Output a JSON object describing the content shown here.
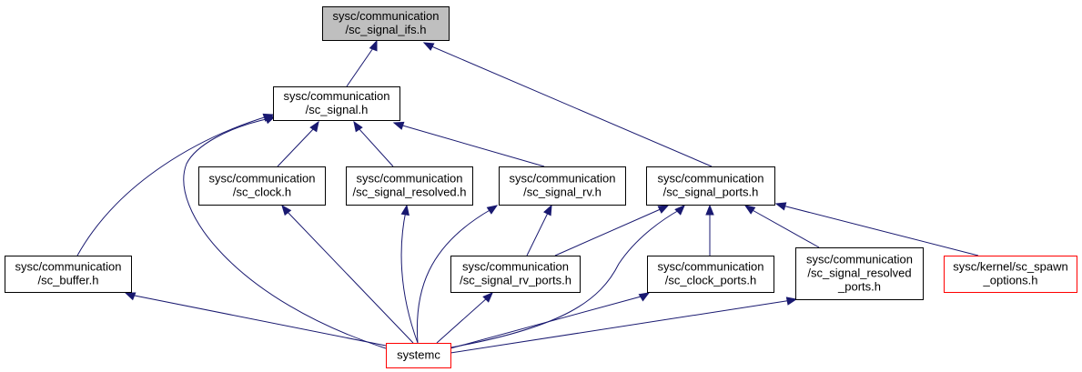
{
  "colors": {
    "edge": "#191970",
    "border_default": "#000000",
    "border_red": "#ff0000",
    "fill_focus": "#bfbfbf",
    "fill_default": "#ffffff"
  },
  "nodes": [
    {
      "id": "sc_signal_ifs",
      "name": "node-sc-signal-ifs-h",
      "lines": [
        "sysc/communication",
        "/sc_signal_ifs.h"
      ],
      "style": "focus"
    },
    {
      "id": "sc_signal",
      "name": "node-sc-signal-h",
      "lines": [
        "sysc/communication",
        "/sc_signal.h"
      ],
      "style": "default"
    },
    {
      "id": "sc_clock",
      "name": "node-sc-clock-h",
      "lines": [
        "sysc/communication",
        "/sc_clock.h"
      ],
      "style": "default"
    },
    {
      "id": "sc_signal_resolved",
      "name": "node-sc-signal-resolved-h",
      "lines": [
        "sysc/communication",
        "/sc_signal_resolved.h"
      ],
      "style": "default"
    },
    {
      "id": "sc_signal_rv",
      "name": "node-sc-signal-rv-h",
      "lines": [
        "sysc/communication",
        "/sc_signal_rv.h"
      ],
      "style": "default"
    },
    {
      "id": "sc_signal_ports",
      "name": "node-sc-signal-ports-h",
      "lines": [
        "sysc/communication",
        "/sc_signal_ports.h"
      ],
      "style": "default"
    },
    {
      "id": "sc_buffer",
      "name": "node-sc-buffer-h",
      "lines": [
        "sysc/communication",
        "/sc_buffer.h"
      ],
      "style": "default"
    },
    {
      "id": "sc_signal_rv_ports",
      "name": "node-sc-signal-rv-ports-h",
      "lines": [
        "sysc/communication",
        "/sc_signal_rv_ports.h"
      ],
      "style": "default"
    },
    {
      "id": "sc_clock_ports",
      "name": "node-sc-clock-ports-h",
      "lines": [
        "sysc/communication",
        "/sc_clock_ports.h"
      ],
      "style": "default"
    },
    {
      "id": "sc_signal_resolved_ports",
      "name": "node-sc-signal-resolved-ports-h",
      "lines": [
        "sysc/communication",
        "/sc_signal_resolved",
        "_ports.h"
      ],
      "style": "default"
    },
    {
      "id": "sc_spawn_options",
      "name": "node-sc-spawn-options-h",
      "lines": [
        "sysc/kernel/sc_spawn",
        "_options.h"
      ],
      "style": "red"
    },
    {
      "id": "systemc",
      "name": "node-systemc",
      "lines": [
        "systemc"
      ],
      "style": "red"
    }
  ],
  "edges": [
    {
      "from": "sc_signal",
      "to": "sc_signal_ifs"
    },
    {
      "from": "sc_signal_ports",
      "to": "sc_signal_ifs"
    },
    {
      "from": "sc_buffer",
      "to": "sc_signal"
    },
    {
      "from": "sc_clock",
      "to": "sc_signal"
    },
    {
      "from": "sc_signal_resolved",
      "to": "sc_signal"
    },
    {
      "from": "sc_signal_rv",
      "to": "sc_signal"
    },
    {
      "from": "systemc",
      "to": "sc_signal"
    },
    {
      "from": "sc_signal_rv_ports",
      "to": "sc_signal_rv"
    },
    {
      "from": "systemc",
      "to": "sc_signal_rv"
    },
    {
      "from": "sc_signal_rv_ports",
      "to": "sc_signal_ports"
    },
    {
      "from": "sc_clock_ports",
      "to": "sc_signal_ports"
    },
    {
      "from": "sc_signal_resolved_ports",
      "to": "sc_signal_ports"
    },
    {
      "from": "sc_spawn_options",
      "to": "sc_signal_ports"
    },
    {
      "from": "systemc",
      "to": "sc_signal_ports"
    },
    {
      "from": "systemc",
      "to": "sc_clock"
    },
    {
      "from": "systemc",
      "to": "sc_signal_resolved"
    },
    {
      "from": "systemc",
      "to": "sc_buffer"
    },
    {
      "from": "systemc",
      "to": "sc_signal_rv_ports"
    },
    {
      "from": "systemc",
      "to": "sc_clock_ports"
    },
    {
      "from": "systemc",
      "to": "sc_signal_resolved_ports"
    }
  ]
}
